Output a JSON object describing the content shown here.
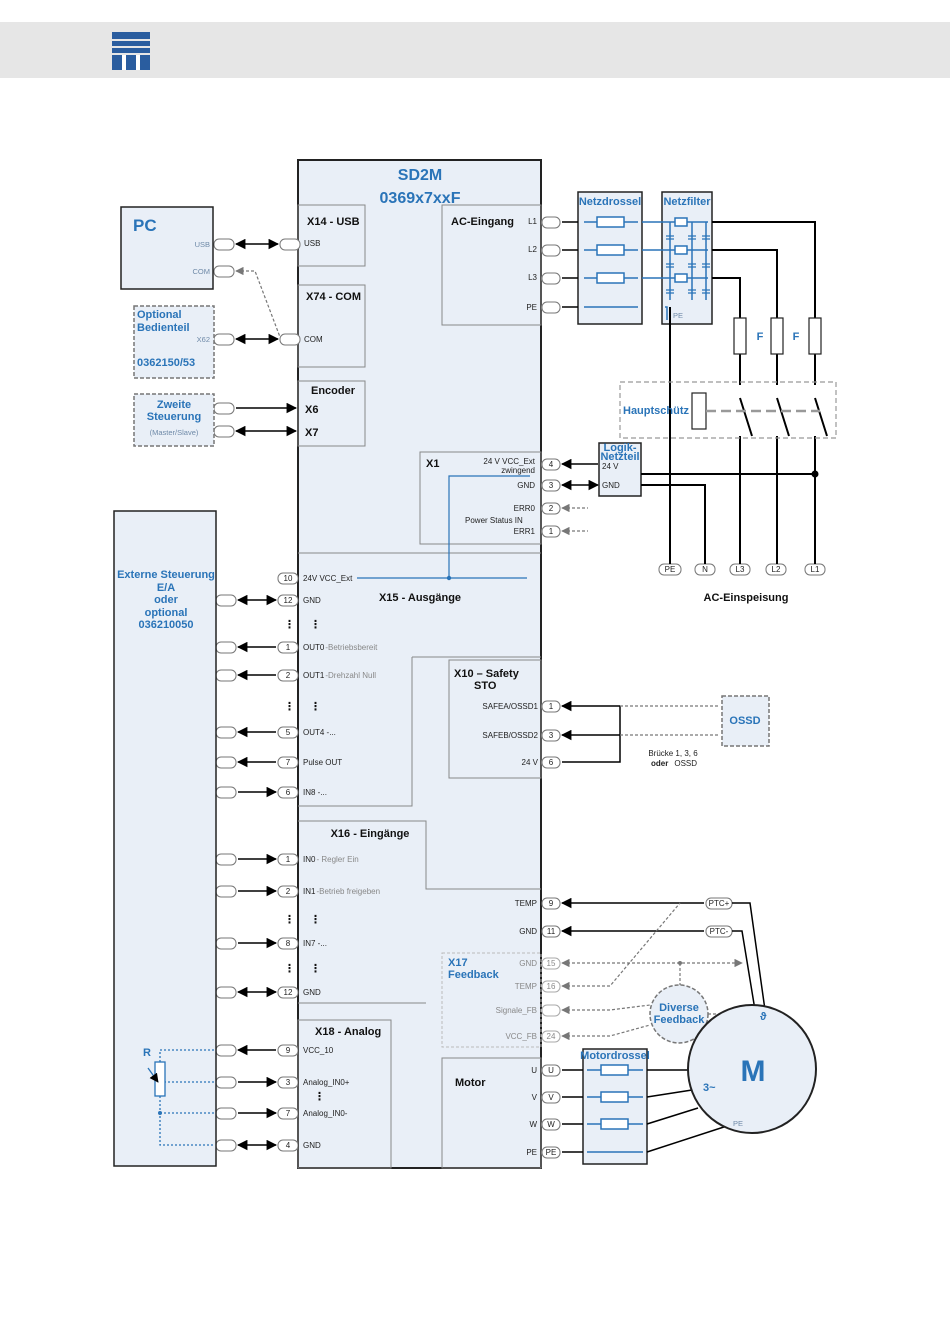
{
  "device": {
    "title": "SD2M",
    "model": "0369x7xxF"
  },
  "pc": {
    "title": "PC",
    "usb": "USB",
    "com": "COM"
  },
  "bedienteil": {
    "line1": "Optional",
    "line2": "Bedienteil",
    "port": "X62",
    "part": "0362150/53"
  },
  "steuerung": {
    "line1": "Zweite",
    "line2": "Steuerung",
    "sub": "(Master/Slave)"
  },
  "extern": {
    "line1": "Externe Steuerung",
    "line2": "E/A",
    "line3": "oder",
    "line4": "optional",
    "line5": "036210050",
    "r": "R"
  },
  "x14": {
    "title": "X14 - USB",
    "sig": "USB"
  },
  "x74": {
    "title": "X74 - COM",
    "sig": "COM"
  },
  "encoder": {
    "title": "Encoder",
    "x6": "X6",
    "x7": "X7"
  },
  "ac_in": {
    "title": "AC-Eingang",
    "pins": [
      "L1",
      "L2",
      "L3",
      "PE"
    ]
  },
  "netzdrossel": "Netzdrossel",
  "netzfilter": {
    "title": "Netzfilter",
    "pe": "PE"
  },
  "fuse": "F",
  "hauptschuetz": "Hauptschütz",
  "logik": {
    "l1": "Logik-",
    "l2": "Netzteil",
    "v": "24 V",
    "gnd": "GND"
  },
  "ac_einspeisung": {
    "title": "AC-Einspeisung",
    "pins": [
      "PE",
      "N",
      "L3",
      "L2",
      "L1"
    ]
  },
  "x1": {
    "title": "X1",
    "vcc": "24 V VCC_Ext",
    "zwingend": "zwingend",
    "gnd": "GND",
    "err0": "ERR0",
    "status": "Power Status IN",
    "err1": "ERR1",
    "pins": [
      "4",
      "3",
      "2",
      "1"
    ]
  },
  "x15": {
    "title": "X15 - Ausgänge",
    "rows": [
      {
        "pin": "10",
        "sig": "24V VCC_Ext",
        "sub": ""
      },
      {
        "pin": "12",
        "sig": "GND",
        "sub": ""
      },
      {
        "pin": "1",
        "sig": "OUT0",
        "sub": "-Betriebsbereit"
      },
      {
        "pin": "2",
        "sig": "OUT1",
        "sub": "-Drehzahl Null"
      },
      {
        "pin": "5",
        "sig": "OUT4 -...",
        "sub": ""
      },
      {
        "pin": "7",
        "sig": "Pulse OUT",
        "sub": ""
      },
      {
        "pin": "6",
        "sig": "IN8 -...",
        "sub": ""
      }
    ]
  },
  "x10": {
    "title": "X10 – Safety",
    "title2": "STO",
    "sigs": [
      "SAFEA/OSSD1",
      "SAFEB/OSSD2",
      "24 V"
    ],
    "pins": [
      "1",
      "3",
      "6"
    ]
  },
  "ossd": {
    "title": "OSSD",
    "note1": "Brücke 1, 3, 6",
    "note2": "oder",
    "note3": "OSSD"
  },
  "x16": {
    "title": "X16 - Eingänge",
    "rows": [
      {
        "pin": "1",
        "sig": "IN0",
        "sub": "- Regler Ein"
      },
      {
        "pin": "2",
        "sig": "IN1",
        "sub": "-Betrieb freigeben"
      },
      {
        "pin": "8",
        "sig": "IN7 -...",
        "sub": ""
      },
      {
        "pin": "12",
        "sig": "GND",
        "sub": ""
      }
    ],
    "temp": "TEMP",
    "temp_pin": "9",
    "gnd": "GND",
    "gnd_pin": "11"
  },
  "ptc": [
    "PTC+",
    "PTC-"
  ],
  "x17": {
    "title": "X17",
    "title2": "Feedback",
    "sigs": [
      "GND",
      "TEMP",
      "Signale_FB",
      "VCC_FB"
    ],
    "pins": [
      "15",
      "16",
      "",
      "24"
    ]
  },
  "diverse": {
    "l1": "Diverse",
    "l2": "Feedback"
  },
  "x18": {
    "title": "X18 - Analog",
    "rows": [
      {
        "pin": "9",
        "sig": "VCC_10"
      },
      {
        "pin": "3",
        "sig": "Analog_IN0+"
      },
      {
        "pin": "7",
        "sig": "Analog_IN0-"
      },
      {
        "pin": "4",
        "sig": "GND"
      }
    ]
  },
  "motor": {
    "title": "Motor",
    "pins": [
      "U",
      "V",
      "W",
      "PE"
    ]
  },
  "motordrossel": "Motordrossel",
  "m": {
    "label": "M",
    "phase": "3~",
    "pe": "PE",
    "theta": "ϑ"
  },
  "dots": "⋮"
}
